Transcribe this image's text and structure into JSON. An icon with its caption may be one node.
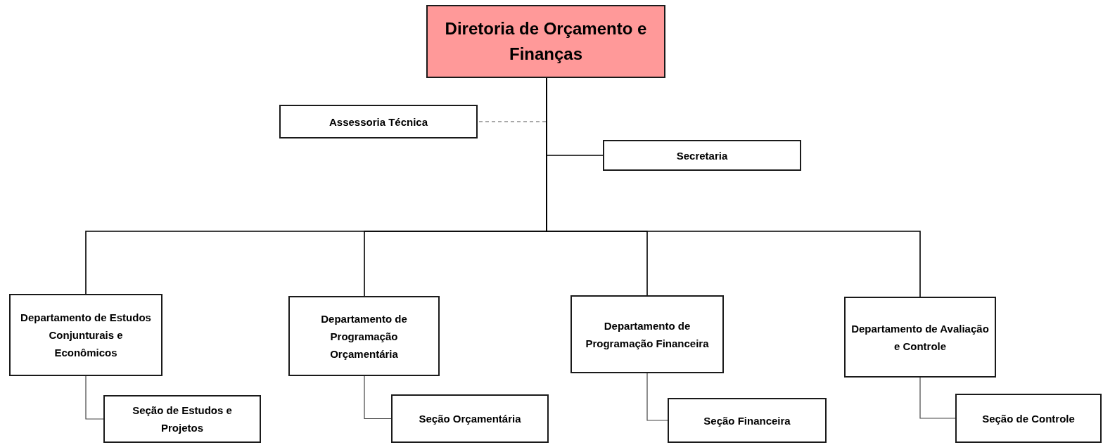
{
  "diagram": {
    "nodes": [
      {
        "text": [
          "Diretoria de Orçamento e Finanças"
        ]
      },
      {
        "text": [
          "Assessoria Técnica"
        ]
      },
      {
        "text": [
          "Secretaria"
        ]
      },
      {
        "text": [
          "Departamento de Estudos Conjunturais e Econômicos"
        ]
      },
      {
        "text": [
          "Seção de Estudos e Projetos"
        ]
      },
      {
        "text": [
          "Departamento de Programação Orçamentária"
        ]
      },
      {
        "text": [
          "Seção Orçamentária"
        ]
      },
      {
        "text": [
          "Departamento de Programação Financeira"
        ]
      },
      {
        "text": [
          "Seção Financeira"
        ]
      },
      {
        "text": [
          "Departamento de Avaliação e Controle"
        ]
      },
      {
        "text": [
          "Seção de Controle"
        ]
      }
    ],
    "edges": [
      {
        "from": 0,
        "to": 1,
        "arrow": "none",
        "style": "dashed"
      },
      {
        "from": 0,
        "to": 2,
        "arrow": "none"
      },
      {
        "from": 0,
        "to": 3,
        "arrow": "none"
      },
      {
        "from": 0,
        "to": 5,
        "arrow": "none"
      },
      {
        "from": 0,
        "to": 7,
        "arrow": "none"
      },
      {
        "from": 0,
        "to": 9,
        "arrow": "none"
      },
      {
        "from": 3,
        "to": 4,
        "arrow": "none"
      },
      {
        "from": 5,
        "to": 6,
        "arrow": "none"
      },
      {
        "from": 7,
        "to": 8,
        "arrow": "none"
      },
      {
        "from": 9,
        "to": 10,
        "arrow": "none"
      }
    ]
  }
}
